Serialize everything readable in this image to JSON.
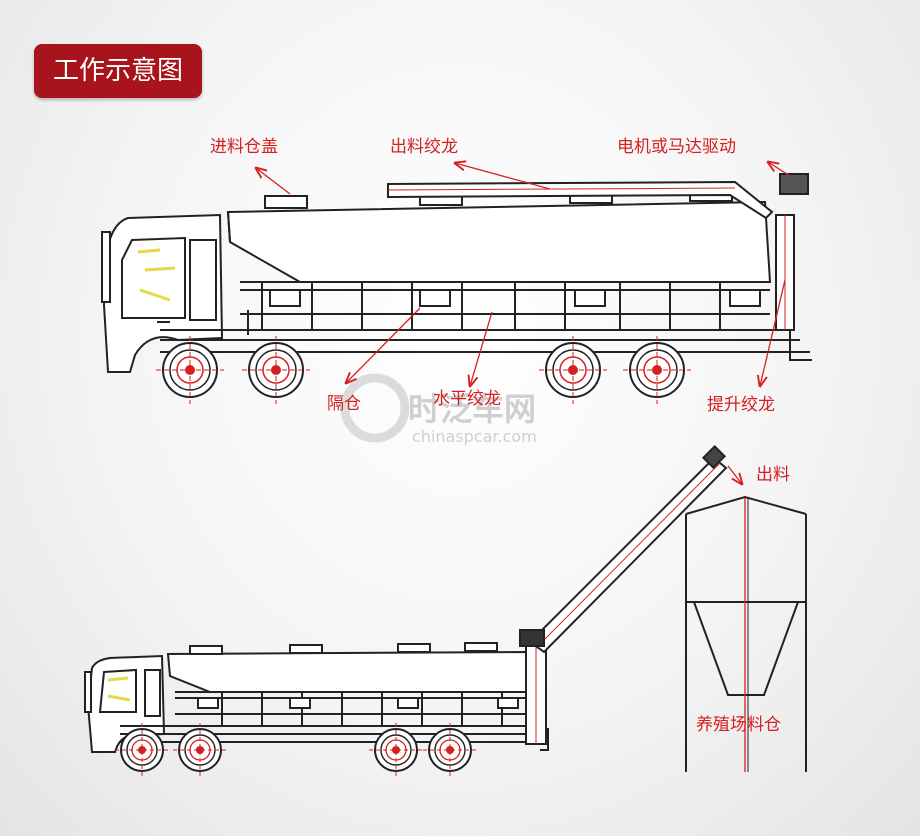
{
  "title": "工作示意图",
  "labels": {
    "inlet_cover": "进料仓盖",
    "discharge_auger": "出料绞龙",
    "motor_drive": "电机或马达驱动",
    "partition": "隔仓",
    "horizontal_auger": "水平绞龙",
    "lift_auger": "提升绞龙",
    "discharge": "出料",
    "farm_silo": "养殖场料仓"
  },
  "watermark": {
    "brand": "时泛车网",
    "url": "chinaspcar.com"
  },
  "colors": {
    "badge": "#a8141b",
    "label": "#d42020",
    "line": "#222222"
  }
}
